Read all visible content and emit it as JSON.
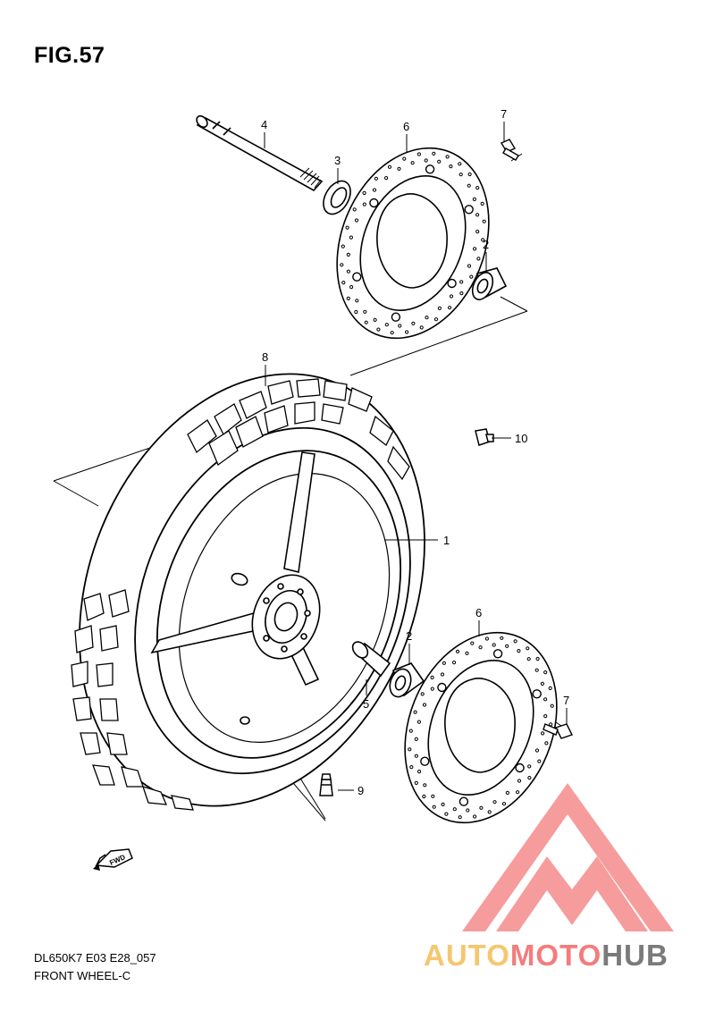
{
  "figure": {
    "title": "FIG.57"
  },
  "captions": {
    "model": "DL650K7  E03  E28_057",
    "section": "FRONT WHEEL-C"
  },
  "callouts": {
    "c1": "1",
    "c2a": "2",
    "c2b": "2",
    "c3": "3",
    "c4": "4",
    "c5": "5",
    "c6a": "6",
    "c6b": "6",
    "c7a": "7",
    "c7b": "7",
    "c8": "8",
    "c9": "9",
    "c10": "10"
  },
  "fwd_label": "FWD",
  "watermark": {
    "part1": "AUTO",
    "part2": "MOTO",
    "part3": "HUB",
    "colors": {
      "auto": "#f6c66f",
      "moto": "#f47c7c",
      "hub": "#7a7a7a",
      "logo": "#f47c7c"
    }
  },
  "colors": {
    "line": "#000000",
    "background": "#ffffff"
  }
}
